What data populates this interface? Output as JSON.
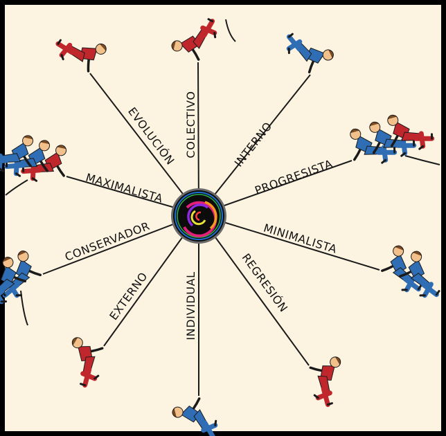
{
  "diagram": {
    "labels": {
      "colectivo": "COLECTIVO",
      "interno": "INTERNO",
      "progresista": "PROGRESISTA",
      "minimalista": "MINIMALISTA",
      "regresion": "REGRESIÓN",
      "individual": "INDIVIDUAL",
      "externo": "EXTERNO",
      "conservador": "CONSERVADOR",
      "maximalista": "MAXIMALISTA",
      "evolucion": "EVOLUCIÓN"
    },
    "colors": {
      "background": "#fcf3e1",
      "frame": "#000000",
      "rope": "#1a1a1a",
      "hub": "#0c0c0c",
      "blue_team": "#2f6db5",
      "red_team": "#c0272d",
      "skin": "#f2c08a",
      "hair": "#7a4a22"
    },
    "icons": [
      "tug-of-war-figure-icon",
      "color-spiral-hub-icon"
    ]
  }
}
